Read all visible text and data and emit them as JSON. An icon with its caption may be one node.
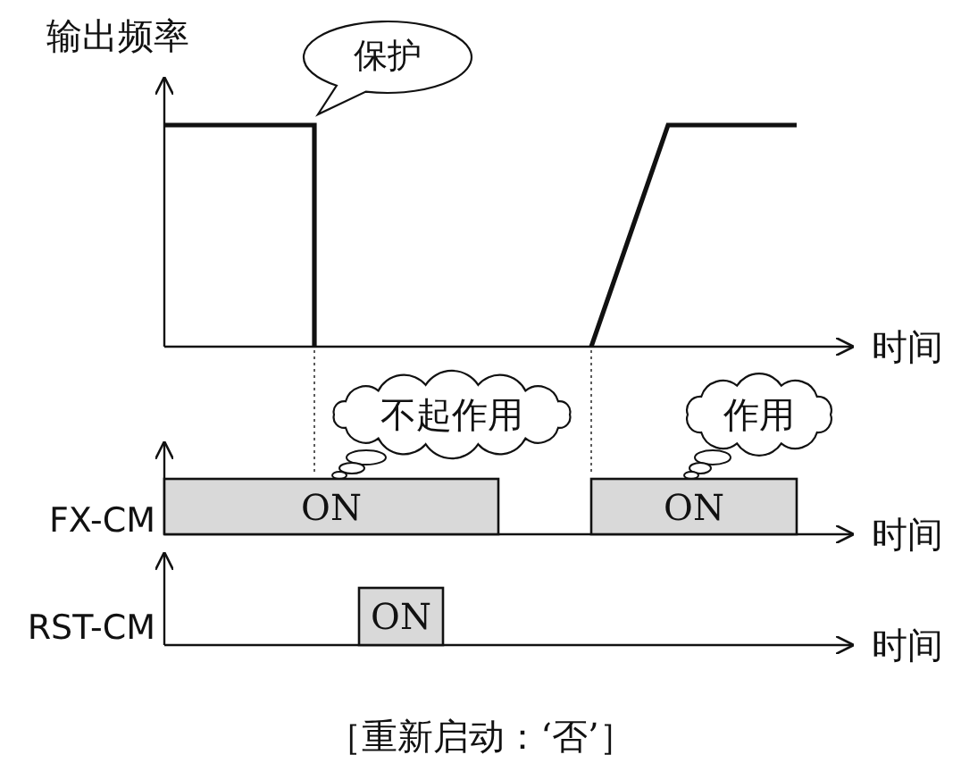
{
  "diagram": {
    "caption": "［重新启动：‘否’］",
    "nodes": [
      {
        "text": [
          "保护"
        ]
      },
      {
        "text": [
          "不起作用"
        ]
      },
      {
        "text": [
          "作用"
        ]
      },
      {
        "text": [
          "ON"
        ]
      },
      {
        "text": [
          "ON"
        ]
      },
      {
        "text": [
          "ON"
        ]
      }
    ],
    "labels": [
      "输出频率",
      "时间",
      "FX-CM",
      "时间",
      "RST-CM",
      "时间"
    ]
  }
}
